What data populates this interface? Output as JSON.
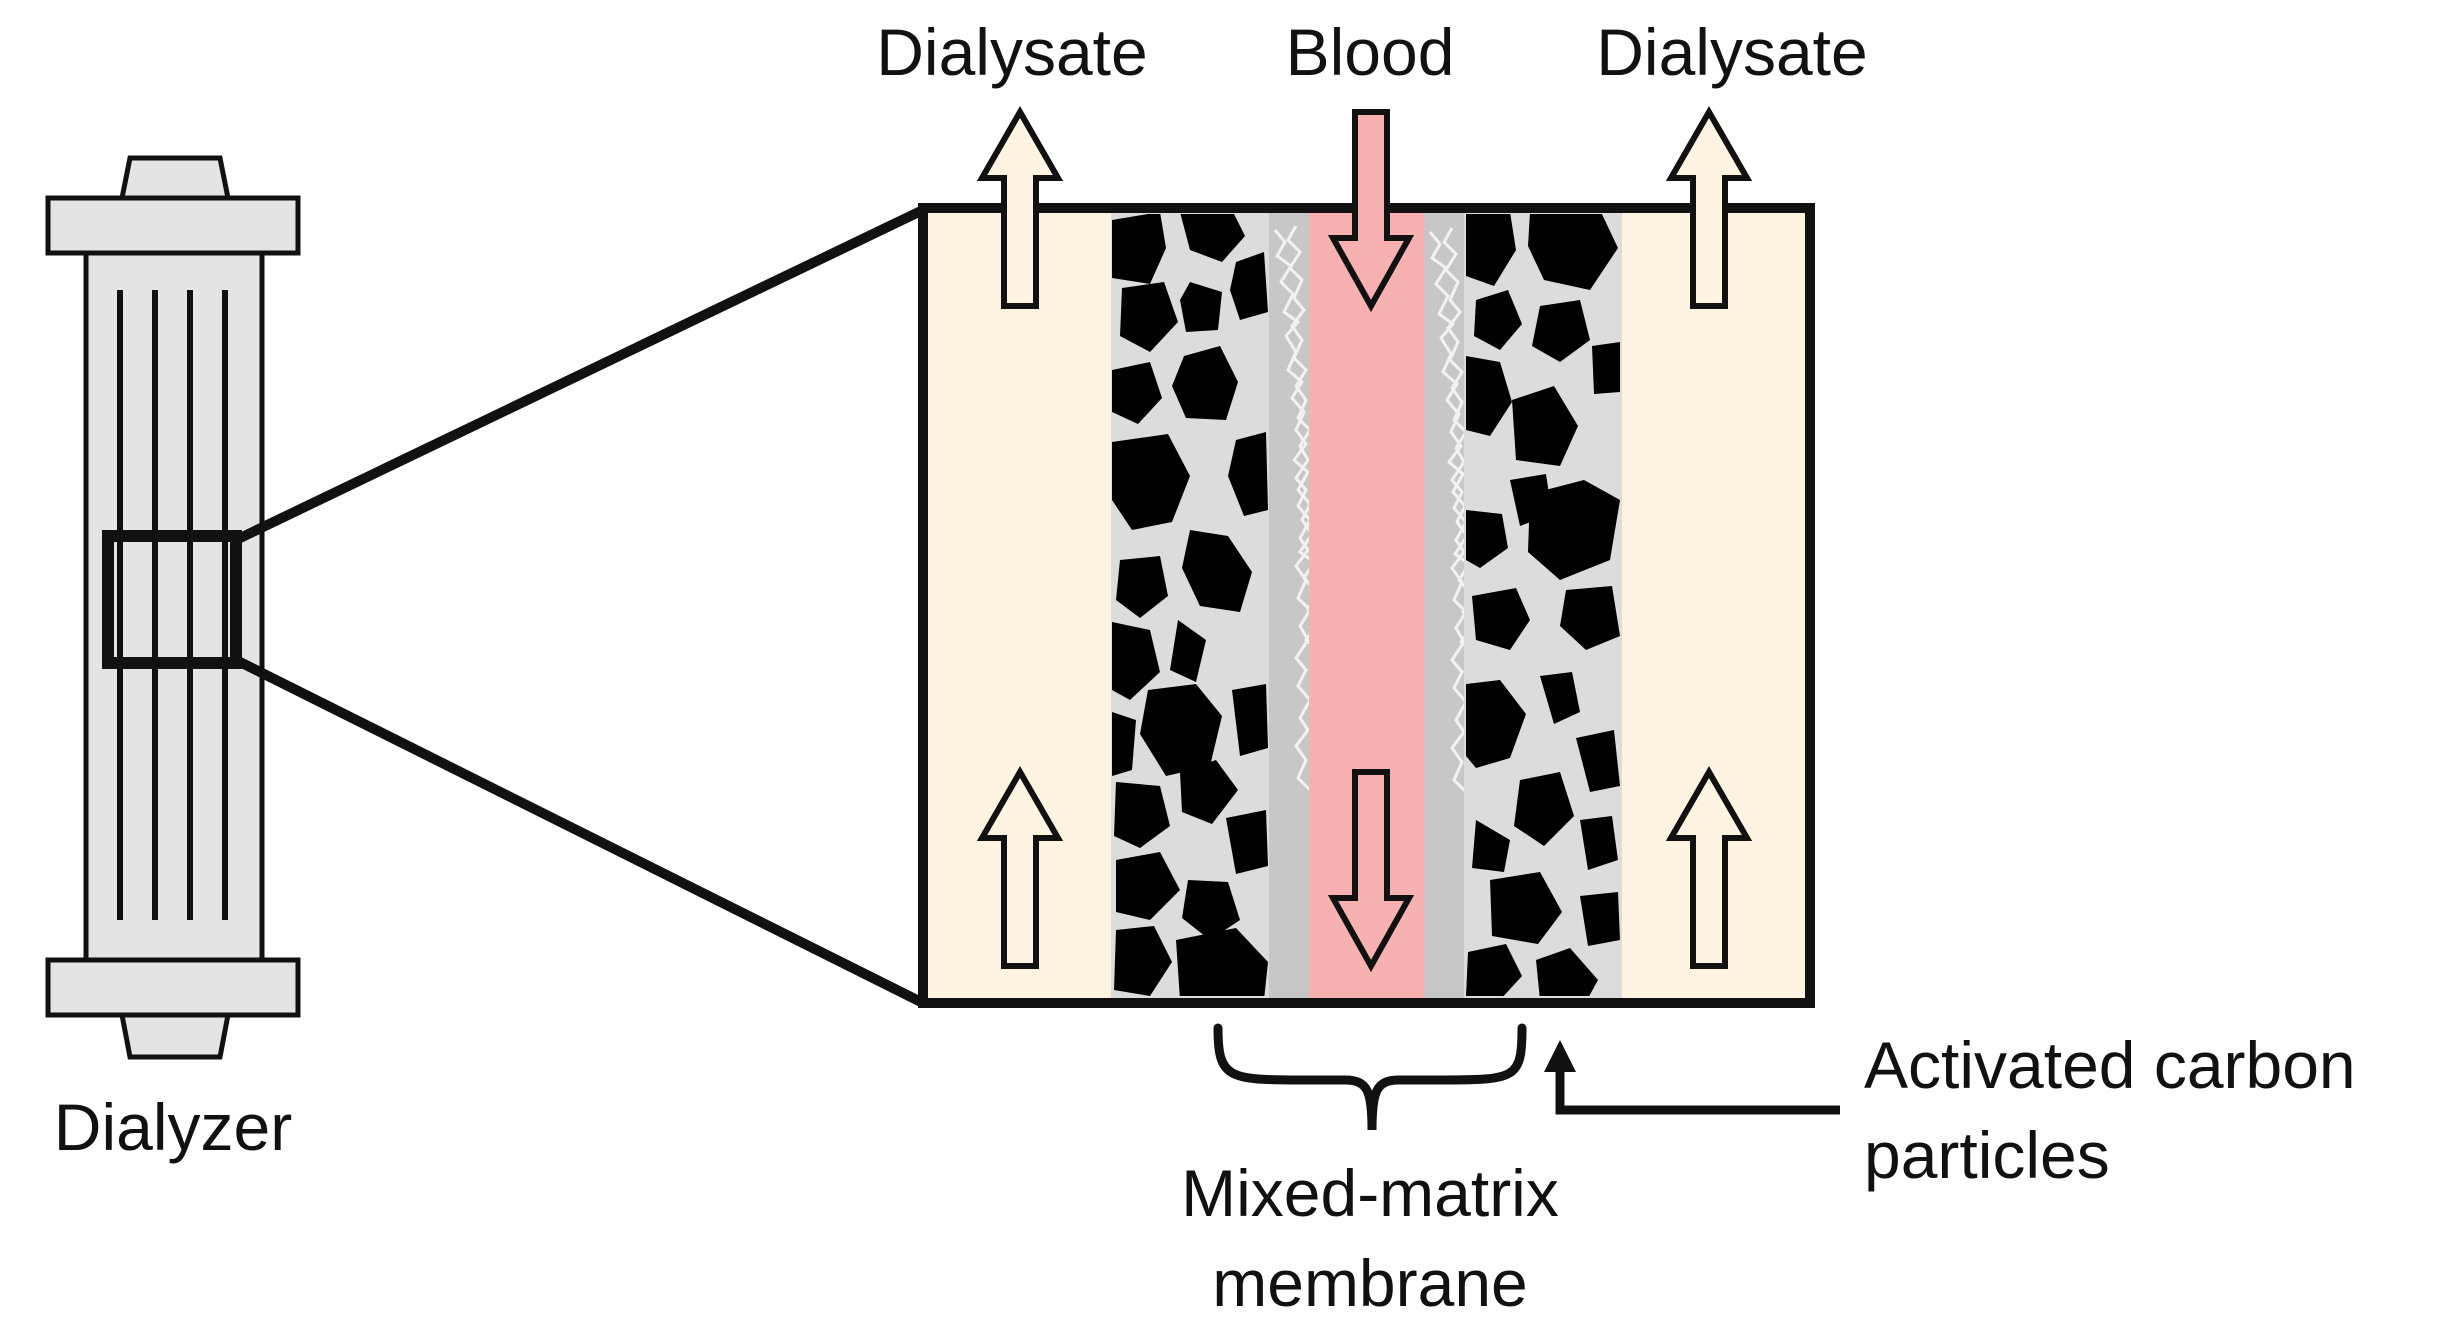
{
  "labels": {
    "dialysate_left": "Dialysate",
    "blood": "Blood",
    "dialysate_right": "Dialysate",
    "dialyzer": "Dialyzer",
    "carbon_line1": "Activated carbon",
    "carbon_line2": "particles",
    "membrane_line1": "Mixed-matrix",
    "membrane_line2": "membrane"
  },
  "colors": {
    "dialysate": "#fdf3e1",
    "blood": "#f7b1b1",
    "polymer": "#dcdcdc",
    "polymer_dense": "#c7c7c7",
    "carbon": "#000000",
    "dialyzer_body": "#e4e4e4",
    "outline": "#111111"
  },
  "flows": {
    "dialysate_direction": "up",
    "blood_direction": "down"
  },
  "icons": {
    "dialysate_arrow": "arrow-up-icon",
    "blood_arrow": "arrow-down-icon",
    "membrane_brace": "curly-brace-icon",
    "pointer": "elbow-arrow-icon"
  }
}
